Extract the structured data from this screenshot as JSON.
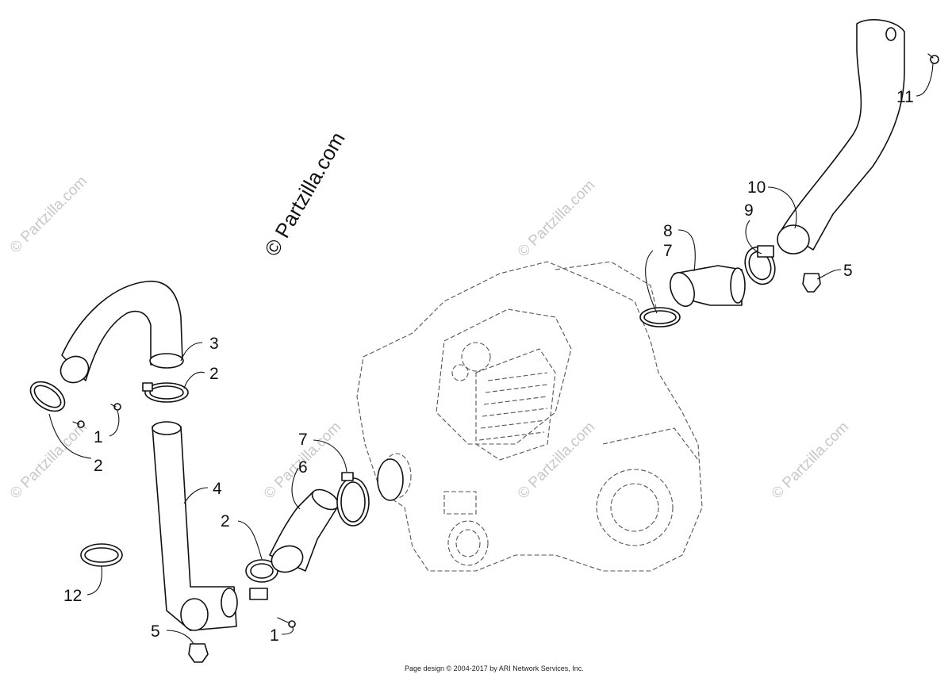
{
  "watermark_main": "© Partzilla.com",
  "watermark_faint": "© Partzilla.com",
  "footer": "Page design © 2004-2017 by ARI Network Services, Inc.",
  "callouts": [
    {
      "id": "c3",
      "label": "3"
    },
    {
      "id": "c2a",
      "label": "2"
    },
    {
      "id": "c1a",
      "label": "1"
    },
    {
      "id": "c2b",
      "label": "2"
    },
    {
      "id": "c4",
      "label": "4"
    },
    {
      "id": "c2c",
      "label": "2"
    },
    {
      "id": "c6",
      "label": "6"
    },
    {
      "id": "c7a",
      "label": "7"
    },
    {
      "id": "c12",
      "label": "12"
    },
    {
      "id": "c5a",
      "label": "5"
    },
    {
      "id": "c1b",
      "label": "1"
    },
    {
      "id": "c8",
      "label": "8"
    },
    {
      "id": "c7b",
      "label": "7"
    },
    {
      "id": "c9",
      "label": "9"
    },
    {
      "id": "c10",
      "label": "10"
    },
    {
      "id": "c5b",
      "label": "5"
    },
    {
      "id": "c11",
      "label": "11"
    }
  ]
}
